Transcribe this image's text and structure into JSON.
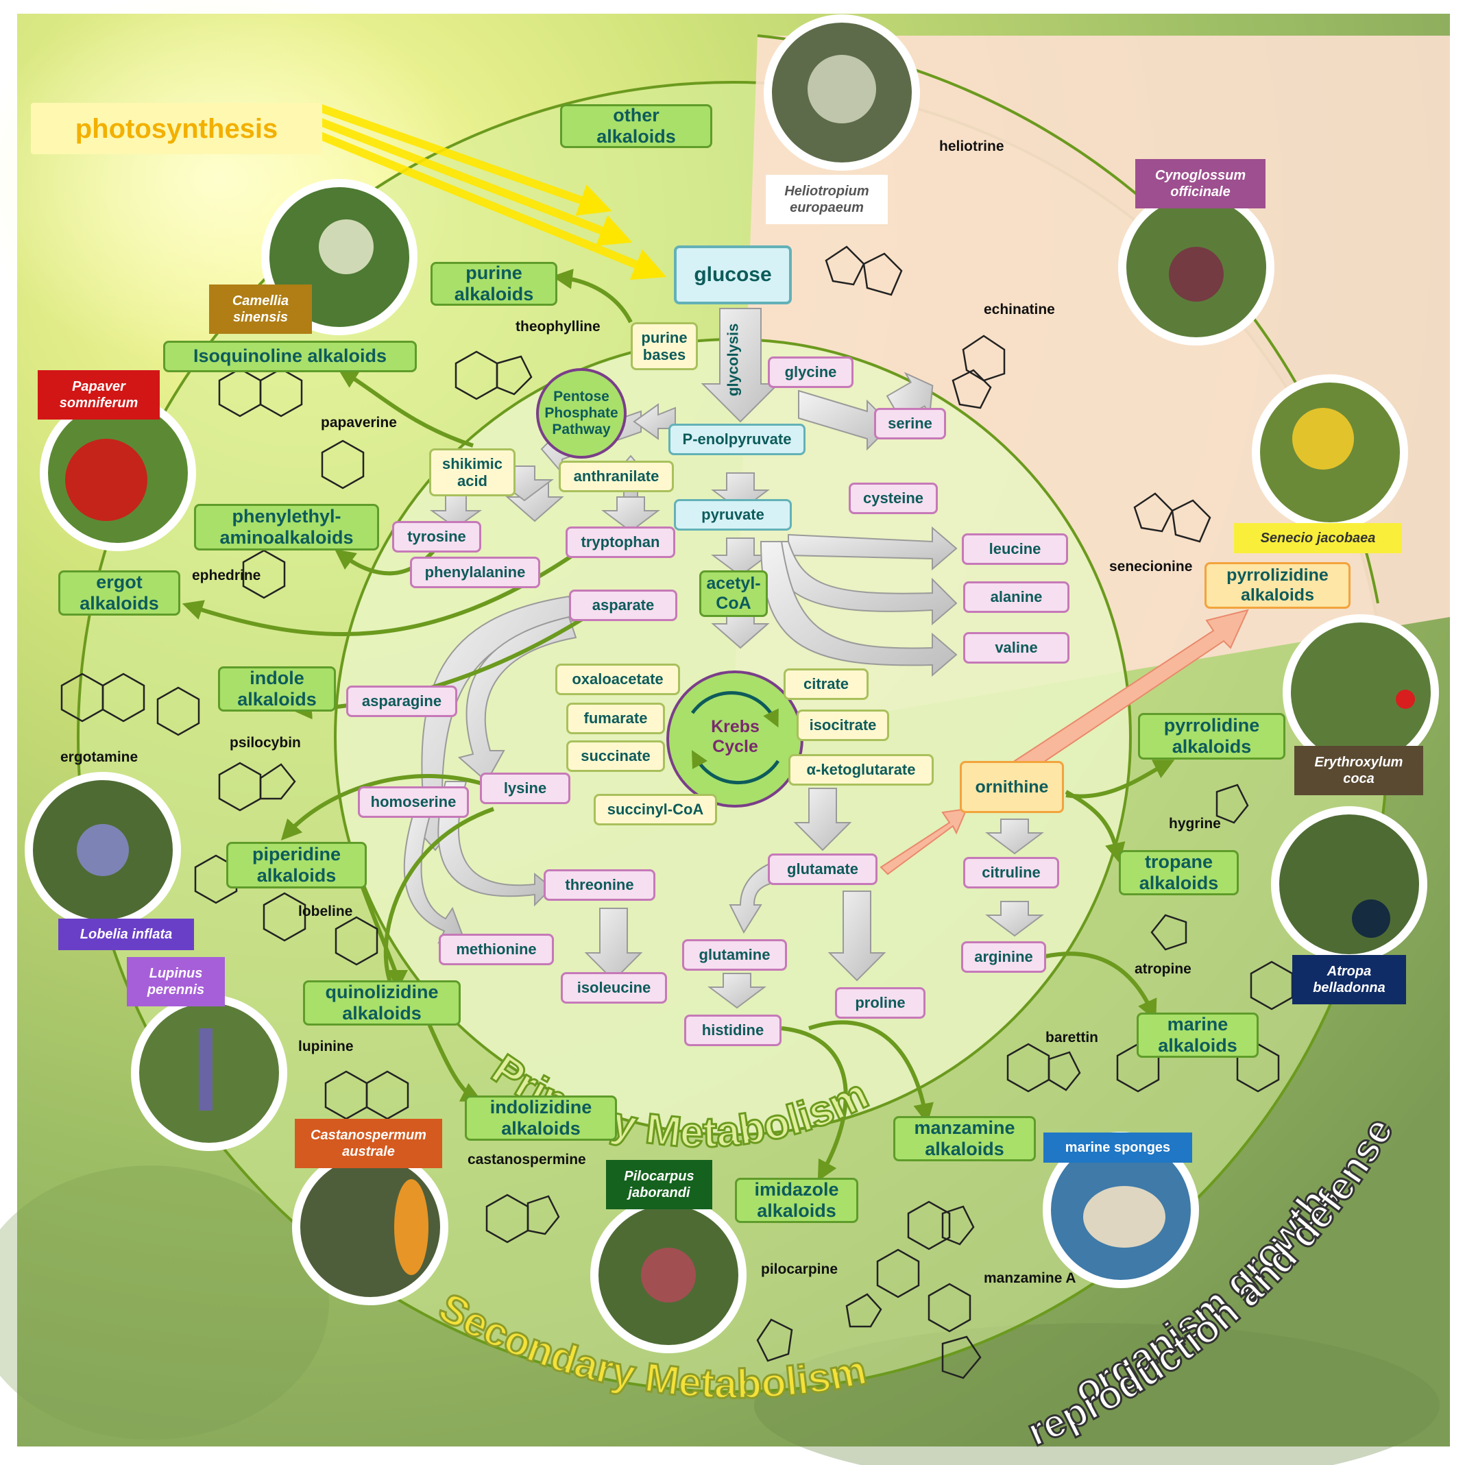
{
  "title": "photosynthesis",
  "center": {
    "glucose": "glucose",
    "glycolysis": "glycolysis",
    "pentose": "Pentose\nPhosphate\nPathway",
    "pep": "P-enolpyruvate",
    "pyruvate": "pyruvate",
    "acetyl": "acetyl-\nCoA",
    "krebs": "Krebs\nCycle",
    "purine_bases": "purine\nbases",
    "shikimic": "shikimic\nacid",
    "anthranilate": "anthranilate",
    "oxaloacetate": "oxaloacetate",
    "fumarate": "fumarate",
    "succinate": "succinate",
    "succinyl": "succinyl-CoA",
    "citrate": "citrate",
    "isocitrate": "isocitrate",
    "ketoglutarate": "α-ketoglutarate",
    "ornithine": "ornithine"
  },
  "amino_acids": {
    "glycine": "glycine",
    "serine": "serine",
    "cysteine": "cysteine",
    "tyrosine": "tyrosine",
    "phenylalanine": "phenylalanine",
    "tryptophan": "tryptophan",
    "asparate": "asparate",
    "asparagine": "asparagine",
    "lysine": "lysine",
    "homoserine": "homoserine",
    "threonine": "threonine",
    "methionine": "methionine",
    "isoleucine": "isoleucine",
    "leucine": "leucine",
    "alanine": "alanine",
    "valine": "valine",
    "glutamate": "glutamate",
    "glutamine": "glutamine",
    "histidine": "histidine",
    "proline": "proline",
    "citruline": "citruline",
    "arginine": "arginine"
  },
  "alkaloids": {
    "other": "other\nalkaloids",
    "purine": "purine\nalkaloids",
    "isoquinoline": "Isoquinoline alkaloids",
    "phenylethyl": "phenylethyl-\naminoalkaloids",
    "ergot": "ergot\nalkaloids",
    "indole": "indole\nalkaloids",
    "piperidine": "piperidine\nalkaloids",
    "quinolizidine": "quinolizidine\nalkaloids",
    "indolizidine": "indolizidine\nalkaloids",
    "imidazole": "imidazole\nalkaloids",
    "manzamine": "manzamine\nalkaloids",
    "marine": "marine\nalkaloids",
    "tropane": "tropane\nalkaloids",
    "pyrrolidine": "pyrrolidine\nalkaloids",
    "pyrrolizidine": "pyrrolizidine\nalkaloids"
  },
  "compounds": {
    "theophylline": "theophylline",
    "papaverine": "papaverine",
    "ephedrine": "ephedrine",
    "ergotamine": "ergotamine",
    "psilocybin": "psilocybin",
    "lobeline": "lobeline",
    "lupinine": "lupinine",
    "castanospermine": "castanospermine",
    "pilocarpine": "pilocarpine",
    "manzamine_a": "manzamine A",
    "barettin": "barettin",
    "atropine": "atropine",
    "hygrine": "hygrine",
    "senecionine": "senecionine",
    "echinatine": "echinatine",
    "heliotrine": "heliotrine"
  },
  "plants": {
    "heliotropium": "Heliotropium\neuropaeum",
    "cynoglossum": "Cynoglossum\nofficinale",
    "senecio": "Senecio jacobaea",
    "camellia": "Camellia\nsinensis",
    "papaver": "Papaver\nsomniferum",
    "erythroxylum": "Erythroxylum\ncoca",
    "atropa": "Atropa\nbelladonna",
    "lobelia": "Lobelia inflata",
    "lupinus": "Lupinus\nperennis",
    "castanospermum": "Castanospermum\naustrale",
    "pilocarpus": "Pilocarpus\njaborandi",
    "sponges": "marine sponges"
  },
  "labels": {
    "primary": "Primary Metabolism",
    "secondary": "Secondary Metabolism",
    "growth1": "organism growth,",
    "growth2": "reproduction and defense"
  },
  "colors": {
    "secondary_fill": "#a8e06a",
    "amino_fill": "#f6dff0",
    "intermediate_fill": "#fff8cf",
    "glucose_fill": "#d6f2f6",
    "arrow_green": "#6b9a1e",
    "sun_yellow": "#ffe600"
  }
}
